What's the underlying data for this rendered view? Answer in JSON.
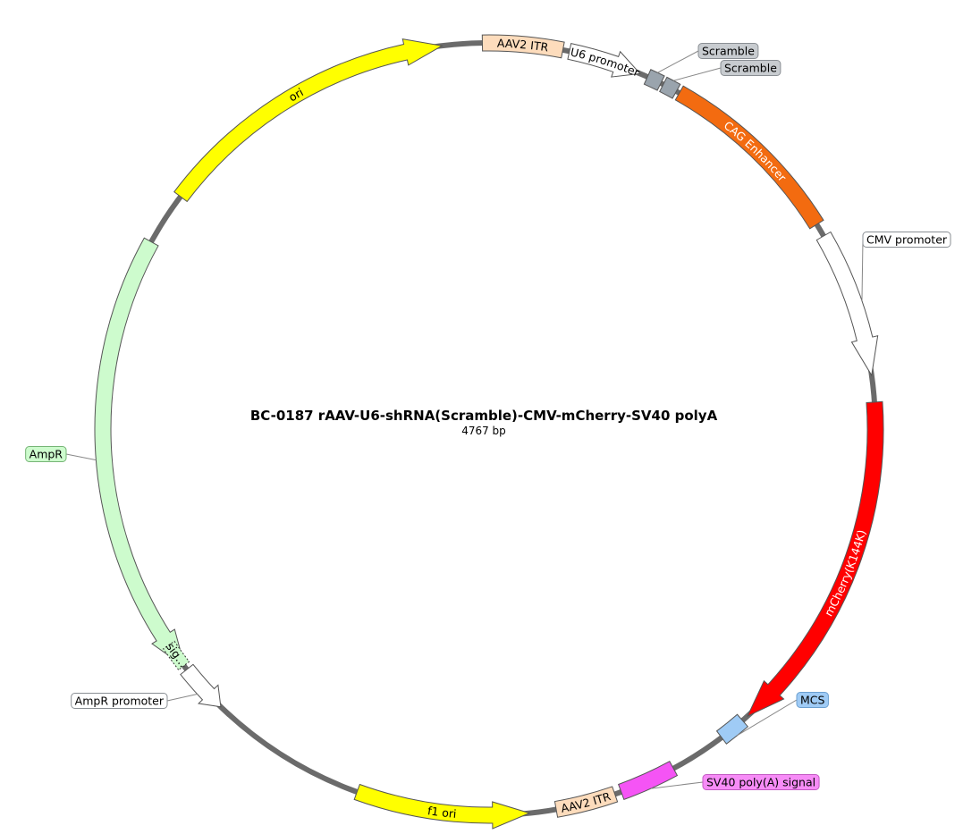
{
  "map": {
    "title": "BC-0187   rAAV-U6-shRNA(Scramble)-CMV-mCherry-SV40 polyA",
    "size_label": "4767 bp",
    "backbone_color": "#6b6b6b"
  },
  "features": [
    {
      "id": "aav2-itr-left",
      "label": "AAV2 ITR",
      "start": 359,
      "end": 371,
      "color": "#fddcbc",
      "direction": "none",
      "label_mode": "inside",
      "text_color": "#000000"
    },
    {
      "id": "u6-promoter",
      "label": "U6 promoter",
      "start": 372,
      "end": 23,
      "color": "#ffffff",
      "direction": "cw",
      "label_mode": "inside",
      "text_color": "#000000"
    },
    {
      "id": "scramble-1",
      "label": "Scramble",
      "start": 24.2,
      "end": 26.4,
      "color": "#9aa4ad",
      "direction": "none",
      "label_mode": "callout",
      "text_color": "#000000"
    },
    {
      "id": "scramble-2",
      "label": "Scramble",
      "start": 26.8,
      "end": 29.0,
      "color": "#9aa4ad",
      "direction": "none",
      "label_mode": "callout",
      "text_color": "#000000"
    },
    {
      "id": "cag-enhancer",
      "label": "CAG Enhancer",
      "start": 29.5,
      "end": 58,
      "color": "#f36b10",
      "direction": "none",
      "label_mode": "inside",
      "text_color": "#ffffff"
    },
    {
      "id": "cmv-promoter",
      "label": "CMV promoter",
      "start": 60,
      "end": 82,
      "color": "#ffffff",
      "direction": "cw",
      "label_mode": "callout",
      "text_color": "#000000"
    },
    {
      "id": "mcherry",
      "label": "mCherry(K144K)",
      "start": 86,
      "end": 138,
      "color": "#ff0000",
      "direction": "cw",
      "label_mode": "inside",
      "text_color": "#ffffff"
    },
    {
      "id": "mcs",
      "label": "MCS",
      "start": 139,
      "end": 143,
      "color": "#9fcbf5",
      "direction": "none",
      "label_mode": "callout",
      "text_color": "#000000"
    },
    {
      "id": "sv40-polya",
      "label": "SV40 poly(A) signal",
      "start": 151.5,
      "end": 160,
      "color": "#f554f5",
      "direction": "none",
      "label_mode": "callout",
      "text_color": "#000000"
    },
    {
      "id": "aav2-itr-right",
      "label": "AAV2 ITR",
      "start": 161,
      "end": 170,
      "color": "#fddcbc",
      "direction": "none",
      "label_mode": "inside",
      "text_color": "#000000"
    },
    {
      "id": "f1-ori",
      "label": "f1 ori",
      "start": 174,
      "end": 200,
      "color": "#ffff00",
      "direction": "ccw",
      "label_mode": "inside",
      "text_color": "#000000"
    },
    {
      "id": "ampr-promoter",
      "label": "AmpR promoter",
      "start": 224,
      "end": 231.5,
      "color": "#ffffff",
      "direction": "ccw",
      "label_mode": "callout",
      "text_color": "#000000"
    },
    {
      "id": "ampr",
      "label": "AmpR",
      "start": 232,
      "end": 299,
      "color": "#cdfbcd",
      "direction": "ccw",
      "label_mode": "callout",
      "text_color": "#000000"
    },
    {
      "id": "ori",
      "label": "ori",
      "start": 307,
      "end": 353,
      "color": "#ffff00",
      "direction": "cw",
      "label_mode": "inside",
      "text_color": "#000000"
    }
  ],
  "sub_features": [
    {
      "id": "sig",
      "label": "sig…",
      "start": 232.2,
      "end": 236,
      "color": "#cdfbcd",
      "text_color": "#000000"
    }
  ],
  "callouts": [
    {
      "id": "callout-scramble-1",
      "label": "Scramble",
      "target": "scramble-1",
      "fill": "#c8ccd0",
      "border": "#8a8f94",
      "align": "left"
    },
    {
      "id": "callout-scramble-2",
      "label": "Scramble",
      "target": "scramble-2",
      "fill": "#c8ccd0",
      "border": "#8a8f94",
      "align": "left"
    },
    {
      "id": "callout-cmv",
      "label": "CMV promoter",
      "target": "cmv-promoter",
      "fill": "#ffffff",
      "border": "#8a8f94",
      "align": "left"
    },
    {
      "id": "callout-mcs",
      "label": "MCS",
      "target": "mcs",
      "fill": "#9fcbf5",
      "border": "#6c9fd0",
      "align": "left"
    },
    {
      "id": "callout-sv40",
      "label": "SV40 poly(A) signal",
      "target": "sv40-polya",
      "fill": "#f78cf7",
      "border": "#c35bc3",
      "align": "left"
    },
    {
      "id": "callout-ampr-promoter",
      "label": "AmpR promoter",
      "target": "ampr-promoter",
      "fill": "#ffffff",
      "border": "#8a8f94",
      "align": "right"
    },
    {
      "id": "callout-ampr",
      "label": "AmpR",
      "target": "ampr",
      "fill": "#cdfbcd",
      "border": "#76b576",
      "align": "right"
    }
  ]
}
